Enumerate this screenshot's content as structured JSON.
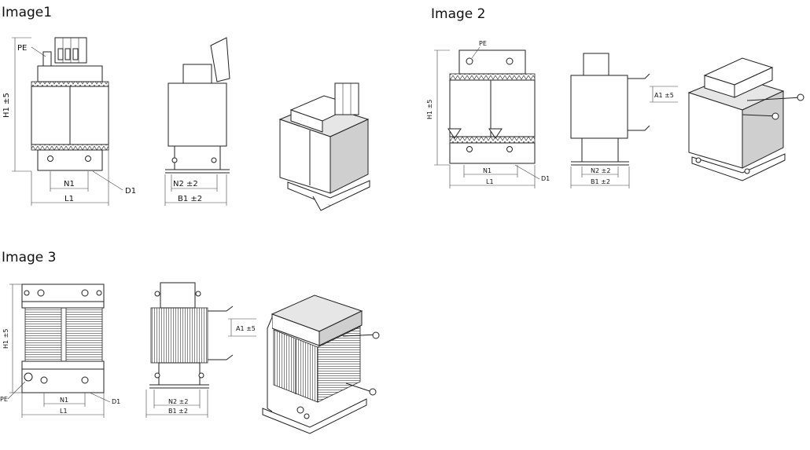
{
  "image1": {
    "title": "Image1",
    "labels": {
      "pe": "PE",
      "h1": "H1 ±5",
      "n1": "N1",
      "l1": "L1",
      "d1": "D1",
      "n2": "N2 ±2",
      "b1": "B1 ±2"
    }
  },
  "image2": {
    "title": "Image 2",
    "labels": {
      "pe": "PE",
      "h1": "H1 ±5",
      "n1": "N1",
      "l1": "L1",
      "d1": "D1",
      "n2": "N2 ±2",
      "b1": "B1 ±2",
      "a1": "A1 ±5"
    }
  },
  "image3": {
    "title": "Image 3",
    "labels": {
      "pe": "PE",
      "h1": "H1 ±5",
      "n1": "N1",
      "l1": "L1",
      "d1": "D1",
      "n2": "N2 ±2",
      "b1": "B1 ±2",
      "a1": "A1 ±5"
    }
  }
}
